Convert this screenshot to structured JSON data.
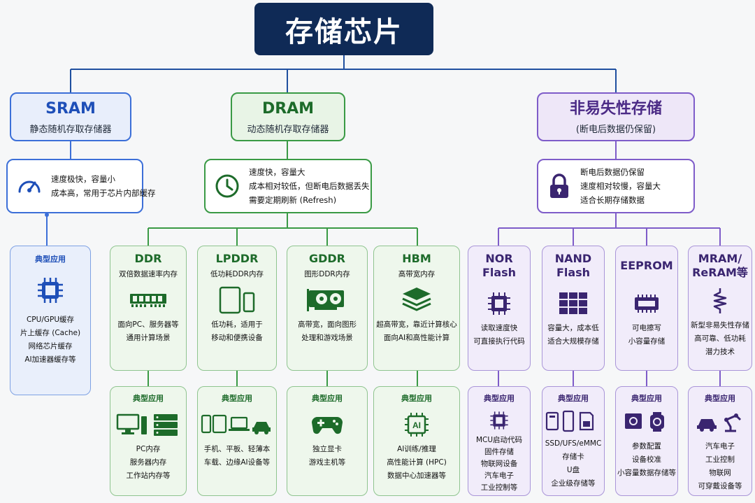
{
  "title": "存储芯片",
  "sram": {
    "name": "SRAM",
    "sub": "静态随机存取存储器",
    "desc": [
      "速度极快，容量小",
      "成本高，常用于芯片内部缓存"
    ],
    "app_title": "典型应用",
    "apps": [
      "CPU/GPU缓存",
      "片上缓存 (Cache)",
      "网络芯片缓存",
      "AI加速器缓存等"
    ]
  },
  "dram": {
    "name": "DRAM",
    "sub": "动态随机存取存储器",
    "desc": [
      "速度快，容量大",
      "成本相对较低，但断电后数据丢失",
      "需要定期刷新 (Refresh)"
    ],
    "types": [
      {
        "name": "DDR",
        "sub": "双倍数据速率内存",
        "desc": [
          "面向PC、服务器等",
          "通用计算场景"
        ],
        "apps": [
          "PC内存",
          "服务器内存",
          "工作站内存等"
        ]
      },
      {
        "name": "LPDDR",
        "sub": "低功耗DDR内存",
        "desc": [
          "低功耗，适用于",
          "移动和便携设备"
        ],
        "apps": [
          "手机、平板、轻薄本",
          "车载、边缘AI设备等"
        ]
      },
      {
        "name": "GDDR",
        "sub": "图形DDR内存",
        "desc": [
          "高带宽，面向图形",
          "处理和游戏场景"
        ],
        "apps": [
          "独立显卡",
          "游戏主机等"
        ]
      },
      {
        "name": "HBM",
        "sub": "高带宽内存",
        "desc": [
          "超高带宽，靠近计算核心",
          "面向AI和高性能计算"
        ],
        "apps": [
          "AI训练/推理",
          "高性能计算 (HPC)",
          "数据中心加速器等"
        ]
      }
    ],
    "app_title": "典型应用"
  },
  "nvm": {
    "name": "非易失性存储",
    "sub": "(断电后数据仍保留)",
    "desc": [
      "断电后数据仍保留",
      "速度相对较慢，容量大",
      "适合长期存储数据"
    ],
    "types": [
      {
        "name": [
          "NOR",
          "Flash"
        ],
        "desc": [
          "读取速度快",
          "可直接执行代码"
        ],
        "apps": [
          "MCU启动代码",
          "固件存储",
          "物联网设备",
          "汽车电子",
          "工业控制等"
        ]
      },
      {
        "name": [
          "NAND",
          "Flash"
        ],
        "desc": [
          "容量大，成本低",
          "适合大规模存储"
        ],
        "apps": [
          "SSD/UFS/eMMC",
          "存储卡",
          "U盘",
          "企业级存储等"
        ]
      },
      {
        "name": [
          "EEPROM"
        ],
        "desc": [
          "可电擦写",
          "小容量存储"
        ],
        "apps": [
          "参数配置",
          "设备校准",
          "小容量数据存储等"
        ]
      },
      {
        "name": [
          "MRAM/",
          "ReRAM等"
        ],
        "desc": [
          "新型非易失性存储",
          "高可靠、低功耗",
          "潜力技术"
        ],
        "apps": [
          "汽车电子",
          "工业控制",
          "物联网",
          "可穿戴设备等"
        ]
      }
    ],
    "app_title": "典型应用"
  },
  "icons": {
    "sram_desc": "speedometer-icon",
    "dram_desc": "clock-icon",
    "nvm_desc": "lock-icon",
    "sram_app": "cpu-chip-icon",
    "ddr": "ram-module-icon",
    "lpddr": "tablet-phone-icon",
    "gddr": "graphics-card-icon",
    "hbm": "stacked-layers-icon",
    "nor": "chip-icon",
    "nand": "nand-chip-icon",
    "eeprom": "memory-chip-icon",
    "mram": "spring-icon"
  },
  "colors": {
    "navy": "#0f2a56",
    "blue": "#3c6fd8",
    "green": "#3a9a45",
    "purple": "#7e5cc9"
  }
}
